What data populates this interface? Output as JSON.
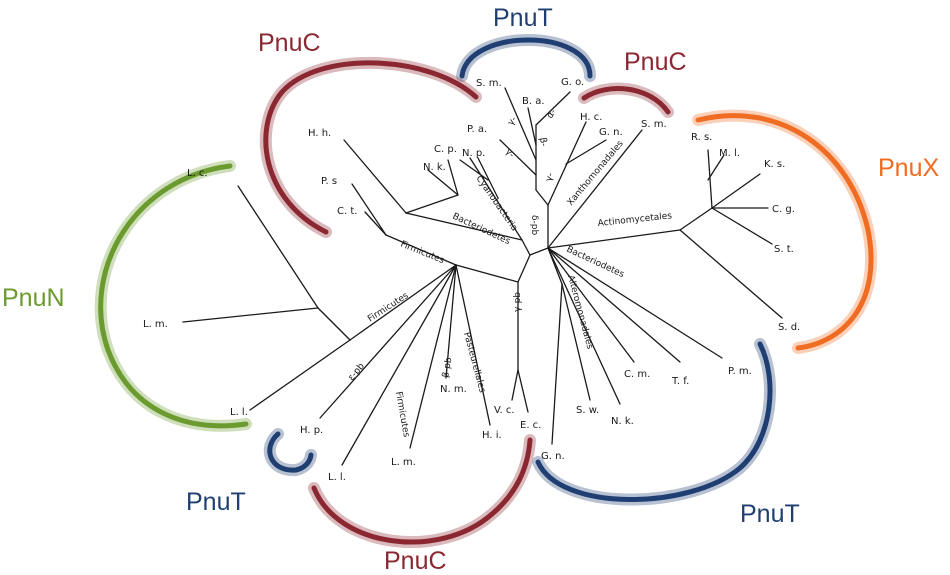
{
  "colors": {
    "PnuC": "#8b2730",
    "PnuT": "#1f3f72",
    "PnuX": "#ef6c22",
    "PnuN": "#6b9a2e",
    "branch": "#1a1a1a"
  },
  "families": {
    "pnut_top": "PnuT",
    "pnuc_top_left": "PnuC",
    "pnuc_top_right": "PnuC",
    "pnux": "PnuX",
    "pnun": "PnuN",
    "pnut_bottom_left": "PnuT",
    "pnuc_bottom": "PnuC",
    "pnut_bottom_right": "PnuT"
  },
  "leaves": {
    "s_m_top": "S. m.",
    "b_a": "B. a.",
    "g_o": "G. o.",
    "p_a": "P. a.",
    "h_c": "H. c.",
    "g_n_top": "G. n.",
    "s_m_right": "S. m.",
    "h_h": "H. h.",
    "c_p": "C. p.",
    "n_p": "N. p.",
    "n_k_top": "N. k.",
    "p_s": "P. s",
    "c_t": "C. t.",
    "r_s": "R. s.",
    "m_l": "M. l.",
    "k_s": "K. s.",
    "c_g": "C. g.",
    "s_t": "S. t.",
    "s_d": "S. d.",
    "p_m": "P. m.",
    "t_f": "T. f.",
    "c_m": "C. m.",
    "n_k_bottom": "N. k.",
    "s_w": "S. w.",
    "g_n_bottom": "G. n.",
    "e_c": "E. c.",
    "v_c": "V. c.",
    "h_i": "H. i.",
    "n_m": "N. m.",
    "l_m_bottom": "L. m.",
    "l_l_bottom": "L. l.",
    "h_p": "H. p.",
    "l_l_left": "L. l.",
    "l_m_left": "L. m.",
    "l_c": "L. c."
  },
  "clades": {
    "gamma_top": "γ-",
    "gamma_mid": "γ-",
    "beta_top": "β-",
    "alpha": "α-",
    "gamma_right": "γ-",
    "delta_pb": "δ-pb",
    "cyanobacteria": "Cyanobacteria",
    "xanthomonadales": "Xanthomonadales",
    "bacteriodetes_left": "Bacteriodetes",
    "firmicutes_top": "Firmicutes",
    "actinomycetales": "Actinomycetales",
    "bacteriodetes_right": "Bacteriodetes",
    "alteromonadales": "Alteromonadales",
    "gamma_pb": "γ-pb",
    "pasteurellales": "Pasteurellales",
    "beta_pb": "β-pb",
    "firmicutes_low": "Firmicutes",
    "epsilon_pb": "ε-pb",
    "firmicutes_left": "Firmicutes"
  }
}
